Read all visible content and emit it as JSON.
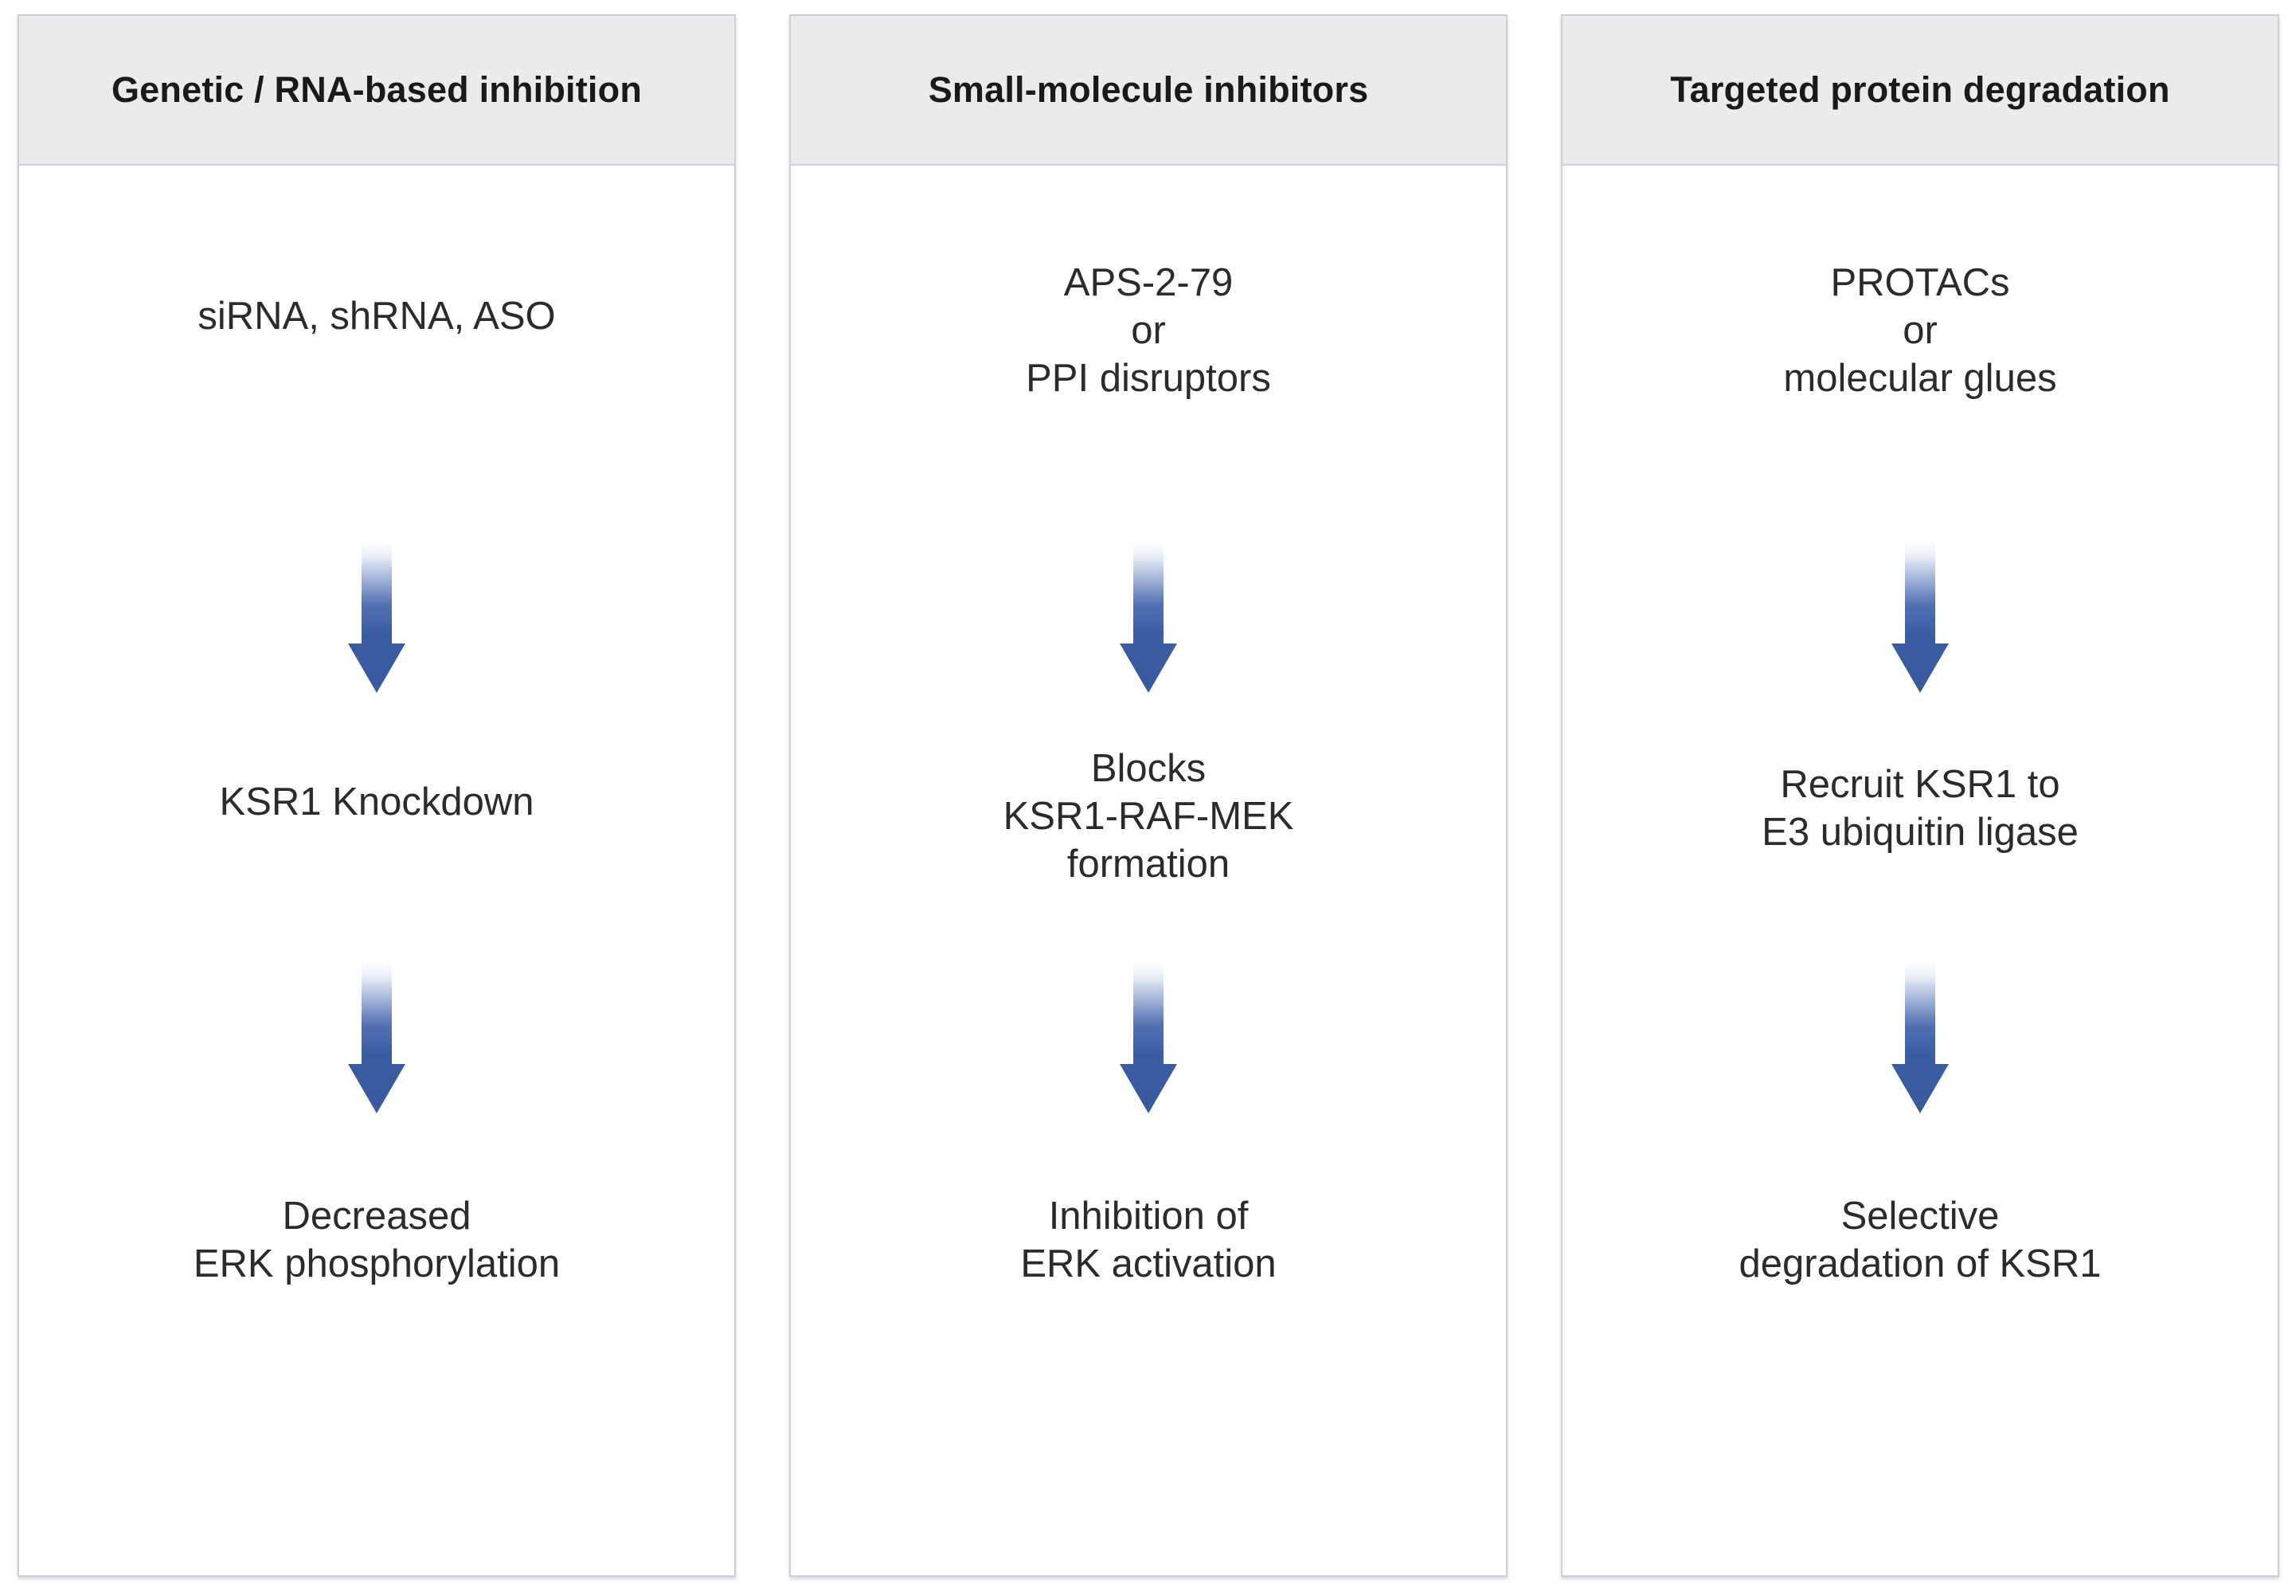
{
  "figure": {
    "type": "flow-diagram",
    "orientation": "three-column vertical flow",
    "background_color": "#ffffff",
    "panel_border_color": "#c9d0d8",
    "header_background_color": "#ebebeb",
    "arrow_color": "#3b5ca0",
    "arrow_gradient": [
      "#ffffff",
      "#3b5ca0"
    ],
    "text_color": "#2b2b2b"
  },
  "columns": [
    {
      "id": "genetic-rna-based-inhibition",
      "header": "Genetic / RNA-based\ninhibition",
      "steps": [
        "siRNA, shRNA, ASO",
        "KSR1 Knockdown",
        "Decreased\nERK phosphorylation"
      ],
      "arrows": [
        "down-arrow",
        "down-arrow"
      ]
    },
    {
      "id": "small-molecule-inhibitors",
      "header": "Small-molecule inhibitors",
      "steps": [
        "APS-2-79\nor\nPPI disruptors",
        "Blocks\nKSR1-RAF-MEK\nformation",
        "Inhibition of\nERK activation"
      ],
      "arrows": [
        "down-arrow",
        "down-arrow"
      ]
    },
    {
      "id": "targeted-protein-degradation",
      "header": "Targeted protein degradation",
      "steps": [
        "PROTACs\nor\nmolecular glues",
        "Recruit KSR1 to\nE3 ubiquitin ligase",
        "Selective\ndegradation of KSR1"
      ],
      "arrows": [
        "down-arrow",
        "down-arrow"
      ]
    }
  ]
}
